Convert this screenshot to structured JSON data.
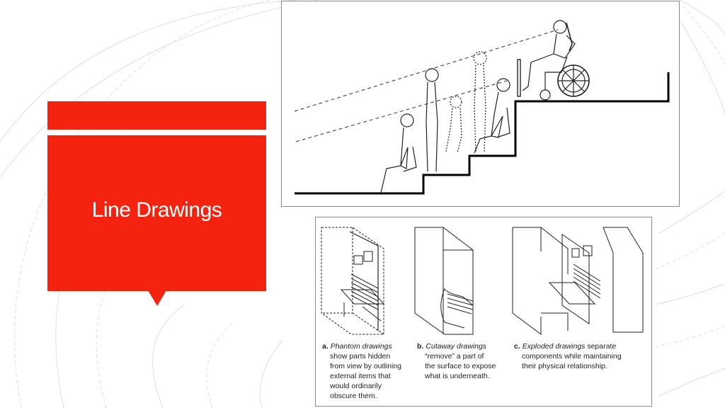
{
  "slide": {
    "title": "Line Drawings"
  },
  "colors": {
    "accent": "#f4230f",
    "title_text": "#ffffff",
    "arc_lines": "#dcdcdc"
  },
  "figure_bottom": {
    "captions": [
      {
        "letter": "a.",
        "term": "Phantom drawings",
        "lines": [
          "show parts hidden",
          "from view by outlining",
          "external items that",
          "would ordinarily",
          "obscure them."
        ]
      },
      {
        "letter": "b.",
        "term": "Cutaway drawings",
        "lines": [
          "“remove” a part of",
          "the surface to expose",
          "what is underneath."
        ]
      },
      {
        "letter": "c.",
        "term": "Exploded drawings",
        "term_suffix": " separate",
        "lines": [
          "components while maintaining",
          "their physical relationship."
        ]
      }
    ]
  }
}
